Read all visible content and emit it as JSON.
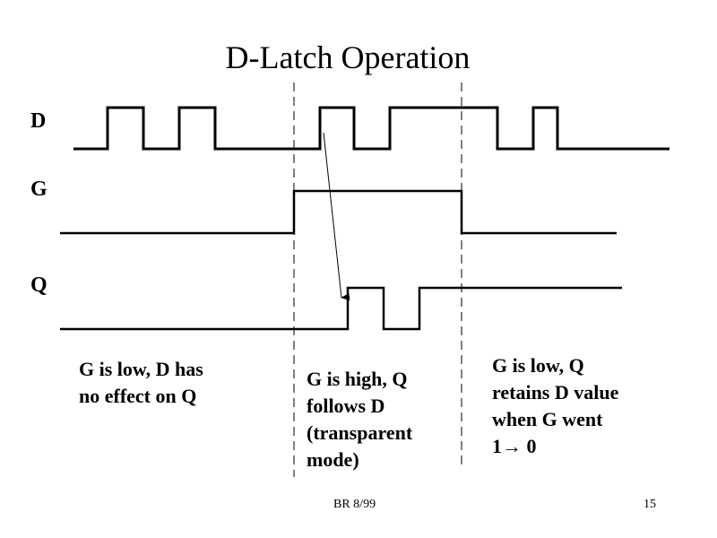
{
  "title": "D-Latch Operation",
  "signals": [
    {
      "name": "D",
      "transitions_x": [
        120,
        160,
        200,
        240,
        357,
        395,
        435,
        555,
        595,
        622
      ],
      "start_level": 0
    },
    {
      "name": "G",
      "transitions_x": [
        328,
        515
      ],
      "start_level": 0
    },
    {
      "name": "Q",
      "transitions_x": [
        388,
        428,
        468
      ],
      "start_level": 0
    }
  ],
  "phase_captions": [
    "G is low, D has\nno effect on Q",
    "G is high, Q\nfollows D\n(transparent\nmode)",
    "G is low, Q\nretains D value\nwhen G went\n1→ 0"
  ],
  "footer": {
    "author_date": "BR 8/99",
    "page_number": "15"
  },
  "colors": {
    "signal": "#000000",
    "background": "#ffffff"
  }
}
